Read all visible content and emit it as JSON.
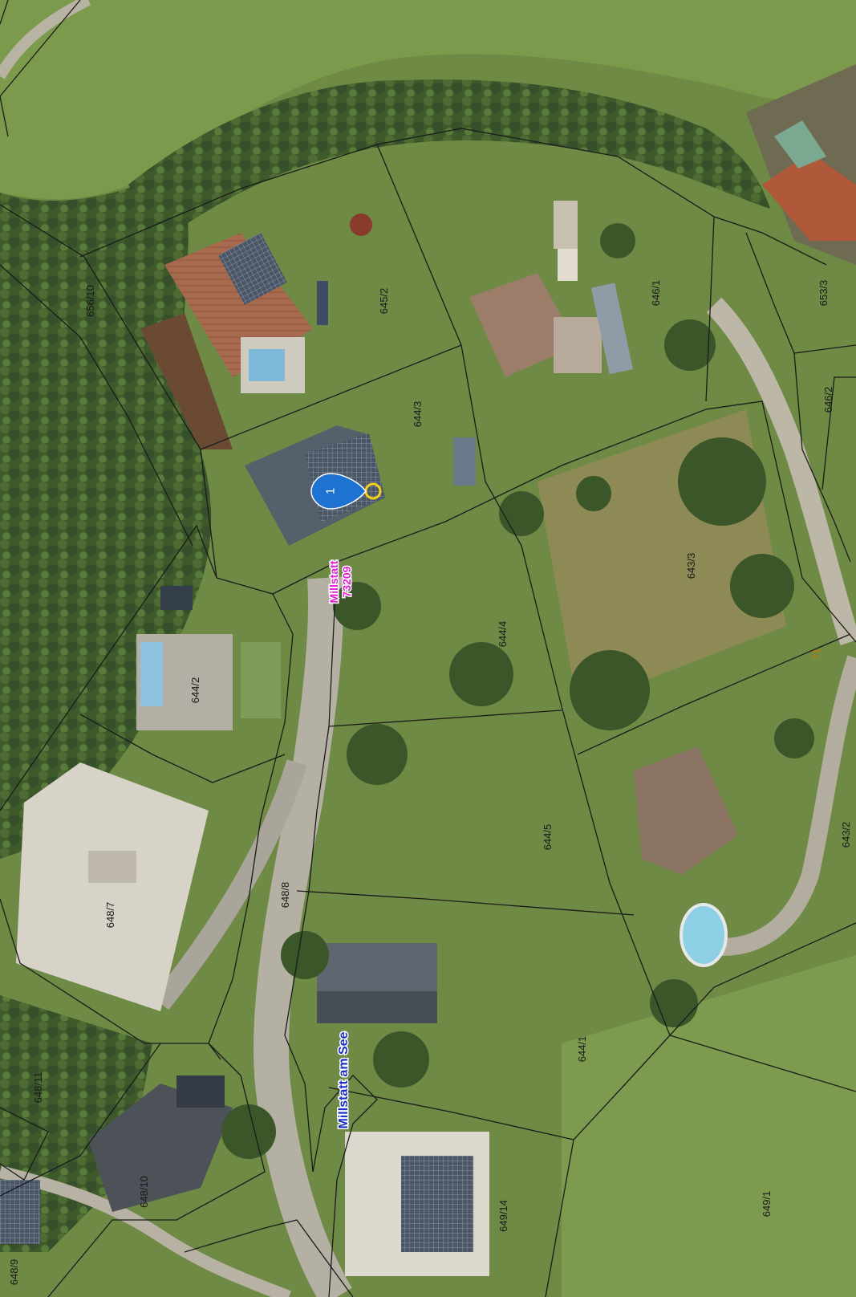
{
  "map": {
    "parcel_numbers": {
      "p656_10": "656/10",
      "p645_2": "645/2",
      "p646_1": "646/1",
      "p653_3": "653/3",
      "p646_2": "646/2",
      "p644_3": "644/3",
      "p643_3": "643/3",
      "p644_4": "644/4",
      "p644_2": "644/2",
      "p71": "71",
      "p644_5": "644/5",
      "p643_2": "643/2",
      "p648_7": "648/7",
      "p648_8": "648/8",
      "p644_1": "644/1",
      "p648_11": "648/11",
      "p648_10": "648/10",
      "p649_14": "649/14",
      "p649_1": "649/1",
      "p648_9": "648/9"
    },
    "places": {
      "municipality_name": "Millstatt",
      "municipality_code": "73209",
      "cadastral_community": "Millstatt am See"
    },
    "marker": {
      "number": "1",
      "color": "#1e73d2"
    },
    "colors": {
      "parcel_line": "#1b1b1b",
      "municipality_label": "#e020d0",
      "cadastral_label": "#1a2fc8",
      "road_number_label": "#c87800"
    }
  }
}
